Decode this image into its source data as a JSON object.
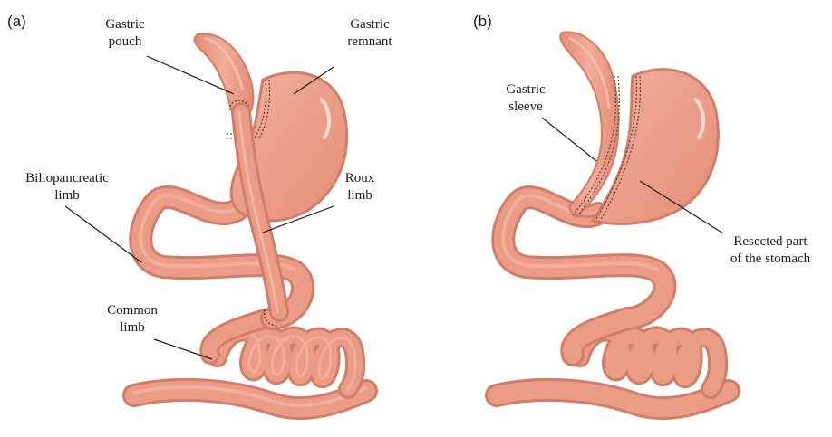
{
  "figure": {
    "panel_a": {
      "tag": "(a)",
      "labels": {
        "gastric_pouch": [
          "Gastric",
          "pouch"
        ],
        "gastric_remnant": [
          "Gastric",
          "remnant"
        ],
        "biliopancreatic_limb": [
          "Biliopancreatic",
          "limb"
        ],
        "roux_limb": [
          "Roux",
          "limb"
        ],
        "common_limb": [
          "Common",
          "limb"
        ]
      }
    },
    "panel_b": {
      "tag": "(b)",
      "labels": {
        "gastric_sleeve": [
          "Gastric",
          "sleeve"
        ],
        "resected_part": [
          "Resected part",
          "of the stomach"
        ]
      }
    },
    "colors": {
      "tissue_fill": "#ea9a84",
      "tissue_light": "#f3b8a4",
      "tissue_outline": "#d8806b",
      "tissue_shadow": "#c9705c",
      "staple_line": "#5a3b35",
      "leader_line": "#1a1a1a"
    }
  }
}
